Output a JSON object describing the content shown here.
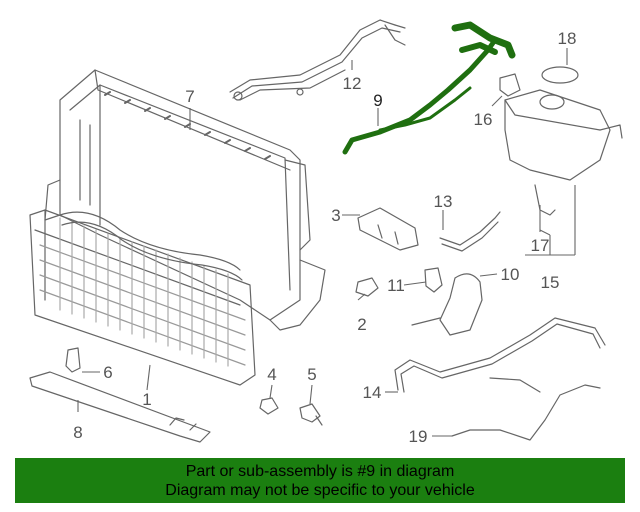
{
  "diagram": {
    "callouts": {
      "c1": "1",
      "c2": "2",
      "c3": "3",
      "c4": "4",
      "c5": "5",
      "c6": "6",
      "c7": "7",
      "c8": "8",
      "c9": "9",
      "c10": "10",
      "c11": "11",
      "c12": "12",
      "c13": "13",
      "c14": "14",
      "c15": "15",
      "c16": "16",
      "c17": "17",
      "c18": "18",
      "c19": "19"
    },
    "highlighted_part": "9",
    "highlight_color": "#1f6f10"
  },
  "banner": {
    "line1": "Part or sub-assembly is #9 in diagram",
    "line2": "Diagram may not be specific to your vehicle",
    "background": "#1b7f10"
  }
}
